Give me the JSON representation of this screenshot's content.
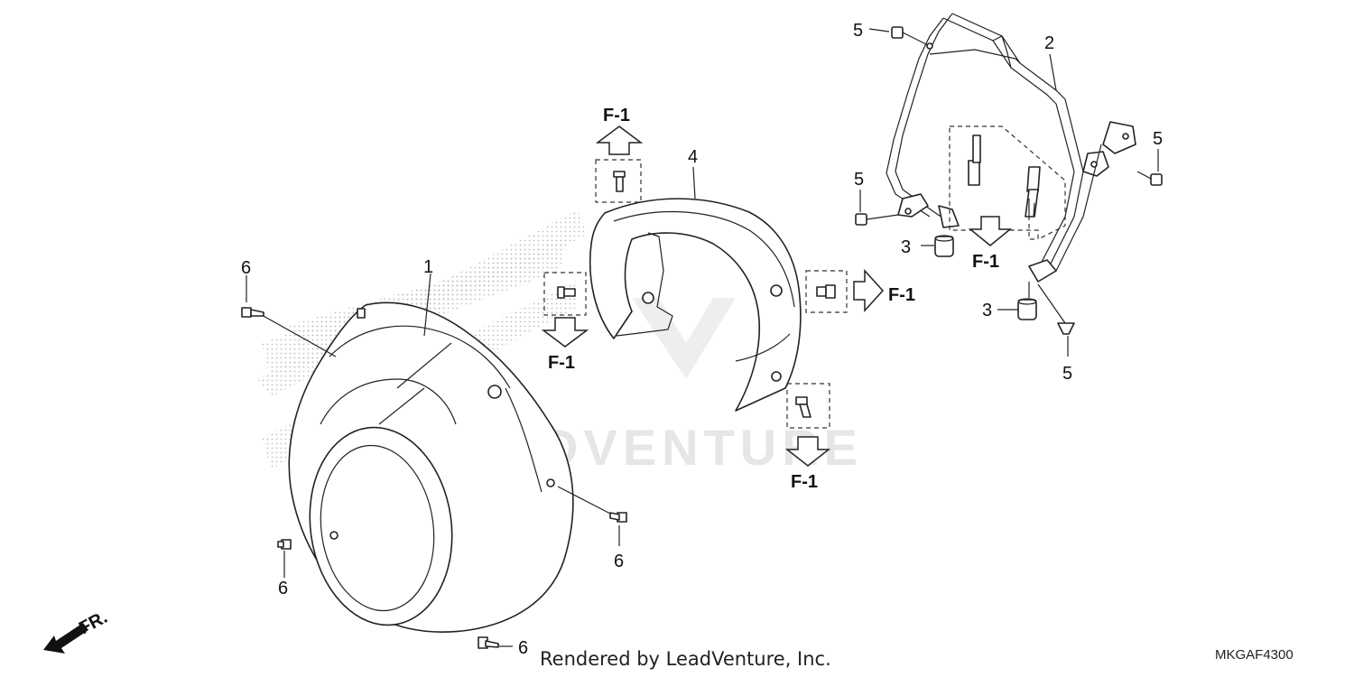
{
  "watermark": "LEADVENTURE",
  "labels": {
    "p1": "1",
    "p2": "2",
    "p3a": "3",
    "p3b": "3",
    "p4": "4",
    "p5a": "5",
    "p5b": "5",
    "p5c": "5",
    "p5d": "5",
    "p6a": "6",
    "p6b": "6",
    "p6c": "6",
    "p6d": "6"
  },
  "refs": {
    "r1": "F-1",
    "r2": "F-1",
    "r3": "F-1",
    "r4": "F-1",
    "r5": "F-1"
  },
  "front_marker": "FR.",
  "credit": "Rendered by LeadVenture, Inc.",
  "diagram_code": "MKGAF4300"
}
